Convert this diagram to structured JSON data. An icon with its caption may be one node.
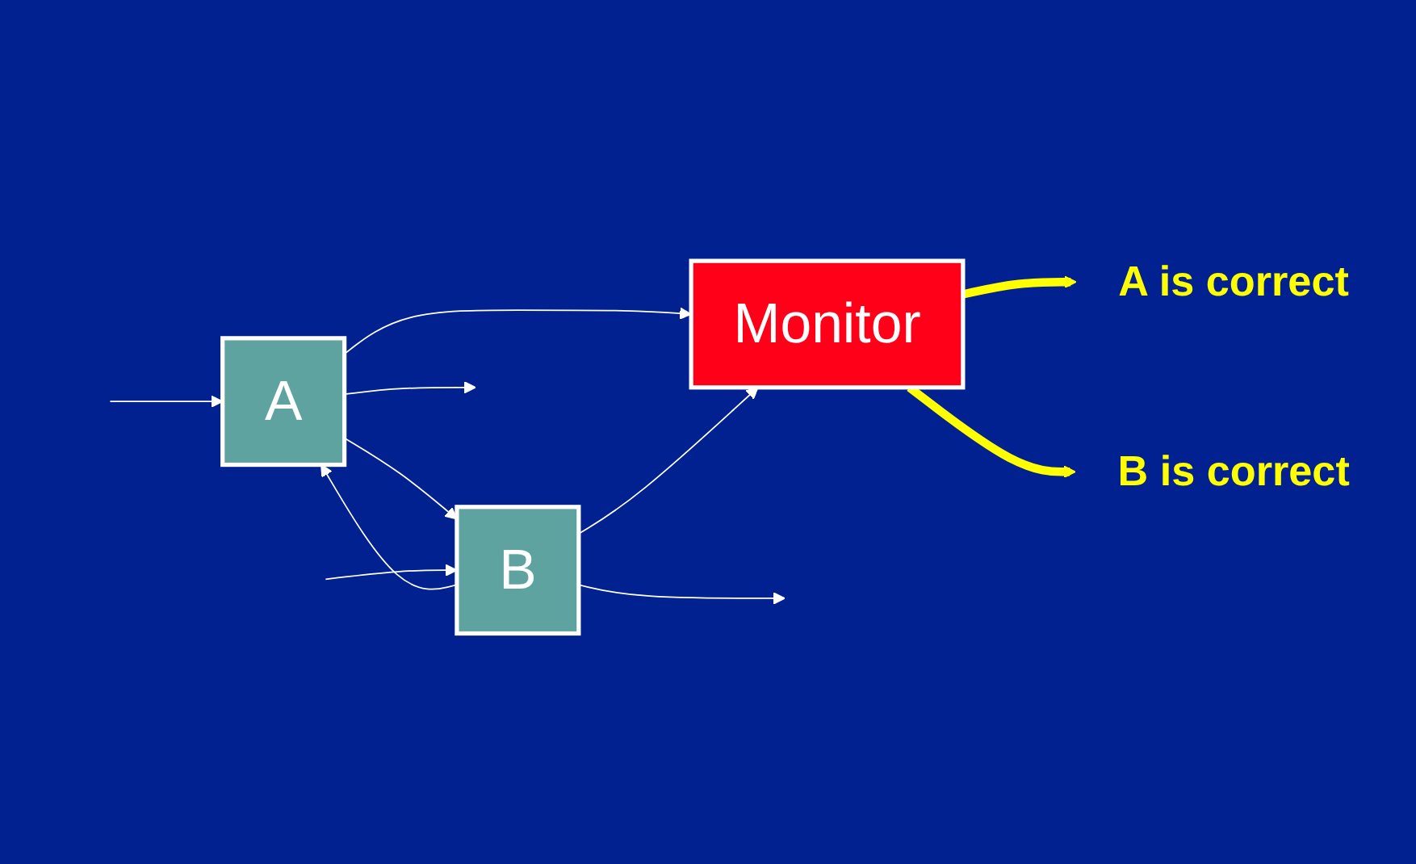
{
  "diagram": {
    "nodes": [
      {
        "text": [
          "A"
        ]
      },
      {
        "text": [
          "B"
        ]
      },
      {
        "text": [
          "Monitor"
        ]
      },
      {
        "text": [
          "A is correct"
        ]
      },
      {
        "text": [
          "B is correct"
        ]
      }
    ],
    "edges": [
      {
        "from": null,
        "to": 0,
        "arrow": "to"
      },
      {
        "from": 0,
        "to": null,
        "arrow": "to"
      },
      {
        "from": 0,
        "to": 1,
        "arrow": "to"
      },
      {
        "from": 1,
        "to": 0,
        "arrow": "to"
      },
      {
        "from": 1,
        "to": null,
        "arrow": "to"
      },
      {
        "from": null,
        "to": 1,
        "arrow": "to"
      },
      {
        "from": 0,
        "to": 2,
        "arrow": "to"
      },
      {
        "from": 1,
        "to": 2,
        "arrow": "to"
      },
      {
        "from": 2,
        "to": 3,
        "arrow": "to",
        "style": "thick",
        "color": "#ffff00"
      },
      {
        "from": 2,
        "to": 4,
        "arrow": "to",
        "style": "thick",
        "color": "#ffff00"
      }
    ]
  }
}
